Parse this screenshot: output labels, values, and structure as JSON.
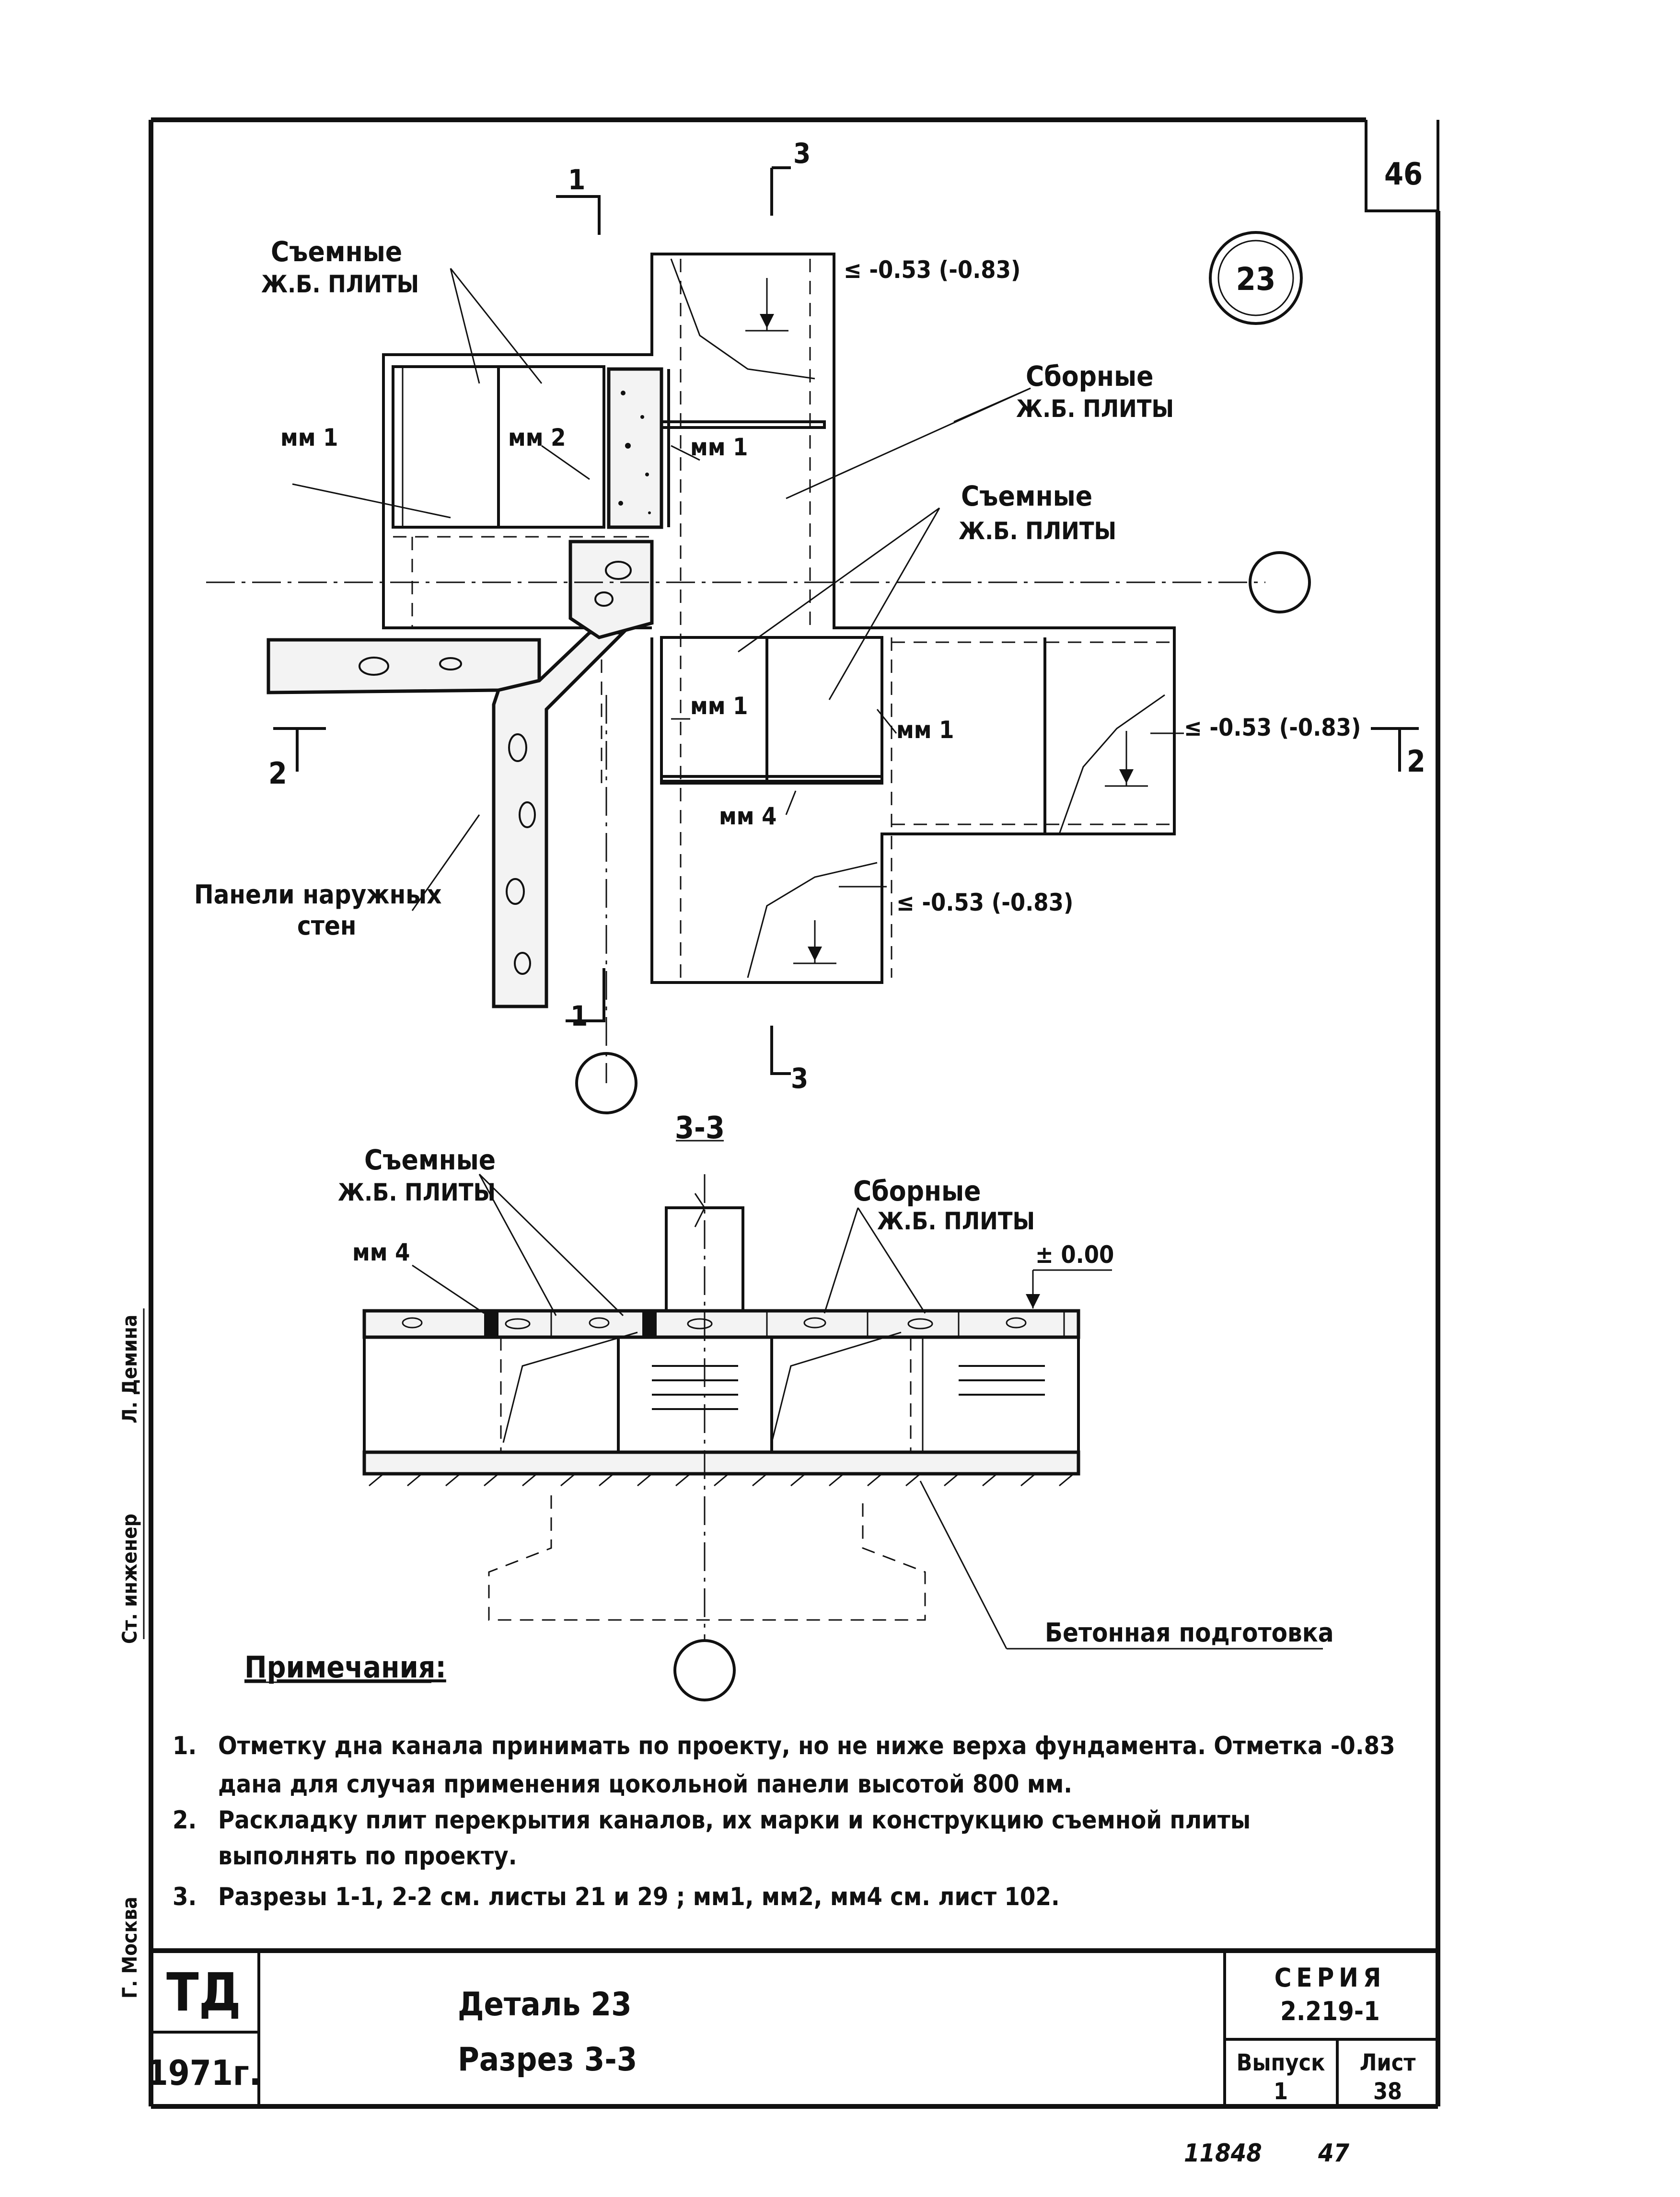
{
  "sheet_number": "46",
  "detail_number": "23",
  "plan": {
    "labels": {
      "removable_plates": "Съемные",
      "rc_plates": "Ж.Б. ПЛИТЫ",
      "removable_plates_2": "Съемные",
      "rc_plates_2": "Ж.Б. ПЛИТЫ",
      "precast_plates": "Сборные",
      "rc_plates_3": "Ж.Б. ПЛИТЫ",
      "outer_wall_panels_1": "Панели наружных",
      "outer_wall_panels_2": "стен"
    },
    "marks": {
      "mm1_a": "мм 1",
      "mm2": "мм 2",
      "mm1_b": "мм 1",
      "mm1_c": "мм 1",
      "mm1_d": "мм 1",
      "mm4": "мм 4"
    },
    "elevations": {
      "top": "≤ -0.53 (-0.83)",
      "right": "≤ -0.53 (-0.83)",
      "bottom": "≤ -0.53 (-0.83)"
    },
    "section_marks": {
      "s1_top": "1",
      "s3_top": "3",
      "s2_left": "2",
      "s2_right": "2",
      "s1_bottom": "1",
      "s3_bottom": "3"
    }
  },
  "section": {
    "title": "3-3",
    "labels": {
      "removable_plates": "Съемные",
      "rc_plates": "Ж.Б. ПЛИТЫ",
      "precast_plates": "Сборные",
      "rc_plates_2": "Ж.Б. ПЛИТЫ",
      "mm4": "мм 4",
      "zero_elev": "± 0.00",
      "concrete_prep": "Бетонная подготовка"
    }
  },
  "notes": {
    "heading": "Примечания:",
    "items": [
      {
        "num": "1.",
        "line1": "Отметку дна канала принимать по проекту, но не ниже верха фундамента. Отметка -0.83",
        "line2": "дана для случая применения цокольной панели высотой 800 мм."
      },
      {
        "num": "2.",
        "line1": "Раскладку плит перекрытия каналов, их марки и конструкцию съемной плиты",
        "line2": "выполнять по проекту."
      },
      {
        "num": "3.",
        "line1": "Разрезы 1-1, 2-2 см. листы 21 и 29 ;  мм1, мм2, мм4 см. лист 102.",
        "line2": ""
      }
    ]
  },
  "side_stamp": {
    "engineer": "Ст. инженер",
    "name": "Л. Демина",
    "city": "Г. Москва"
  },
  "title_block": {
    "org": "ТД",
    "year": "1971г.",
    "title_line1": "Деталь 23",
    "title_line2": "Разрез  3-3",
    "series_label": "СЕРИЯ",
    "series_value": "2.219-1",
    "issue_label": "Выпуск",
    "issue_value": "1",
    "sheet_label": "Лист",
    "sheet_value": "38"
  },
  "footer": {
    "archive_no": "11848",
    "page_no": "47"
  }
}
